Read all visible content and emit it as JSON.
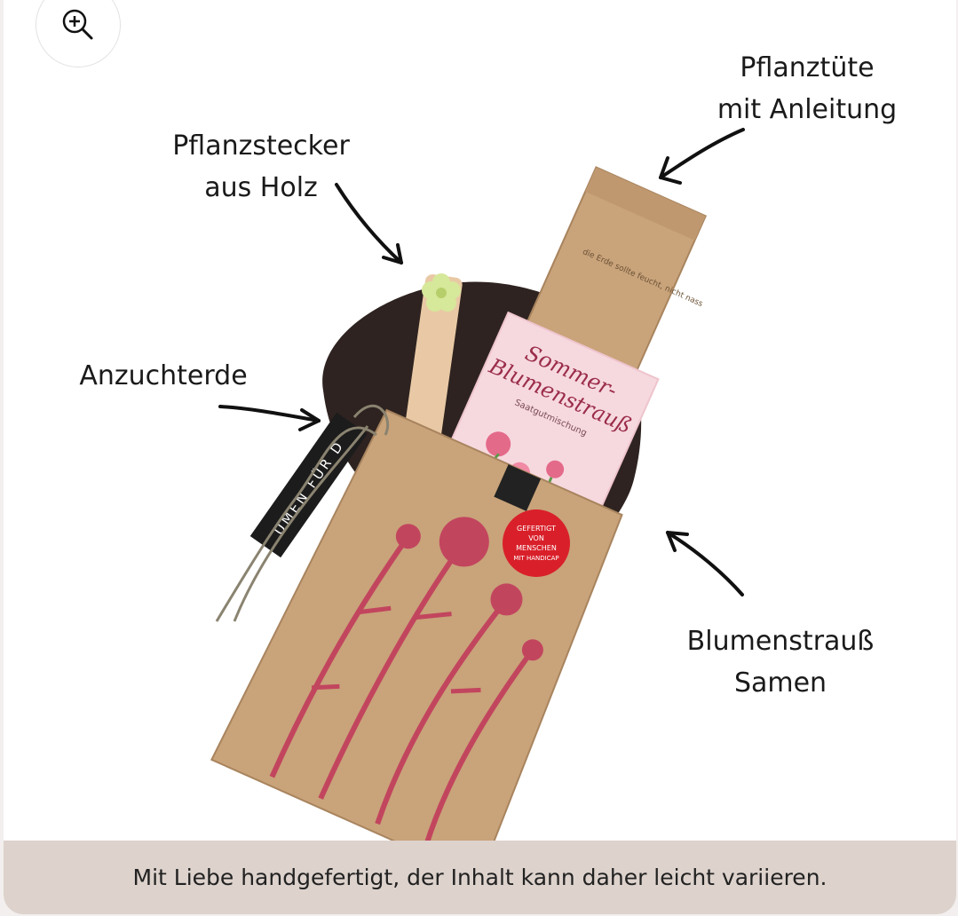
{
  "zoom_button": {
    "icon": "zoom-in-icon"
  },
  "labels": {
    "pflanztuete": {
      "line1": "Pflanztüte",
      "line2": "mit Anleitung"
    },
    "pflanzstecker": {
      "line1": "Pflanzstecker",
      "line2": "aus Holz"
    },
    "anzuchterde": {
      "line1": "Anzuchterde"
    },
    "blumenstrauss": {
      "line1": "Blumenstrauß",
      "line2": "Samen"
    }
  },
  "product": {
    "seed_packet": {
      "line1": "Sommer-",
      "line2": "Blumenstrauß",
      "subtitle": "Saatgutmischung"
    },
    "tag_text": "UMEN FÜR D",
    "sticker": {
      "line1": "GEFERTIGT",
      "line2": "VON",
      "line3": "MENSCHEN",
      "line4": "MIT HANDICAP"
    }
  },
  "caption": {
    "text": "Mit Liebe handgefertigt, der Inhalt kann daher leicht variieren."
  },
  "colors": {
    "caption_bg": "#ddd2cc",
    "kraft": "#c9a37a",
    "flower_print": "#c2455e",
    "soil": "#2e2320",
    "seed_packet": "#f6d9df",
    "sticker": "#d9202a"
  }
}
